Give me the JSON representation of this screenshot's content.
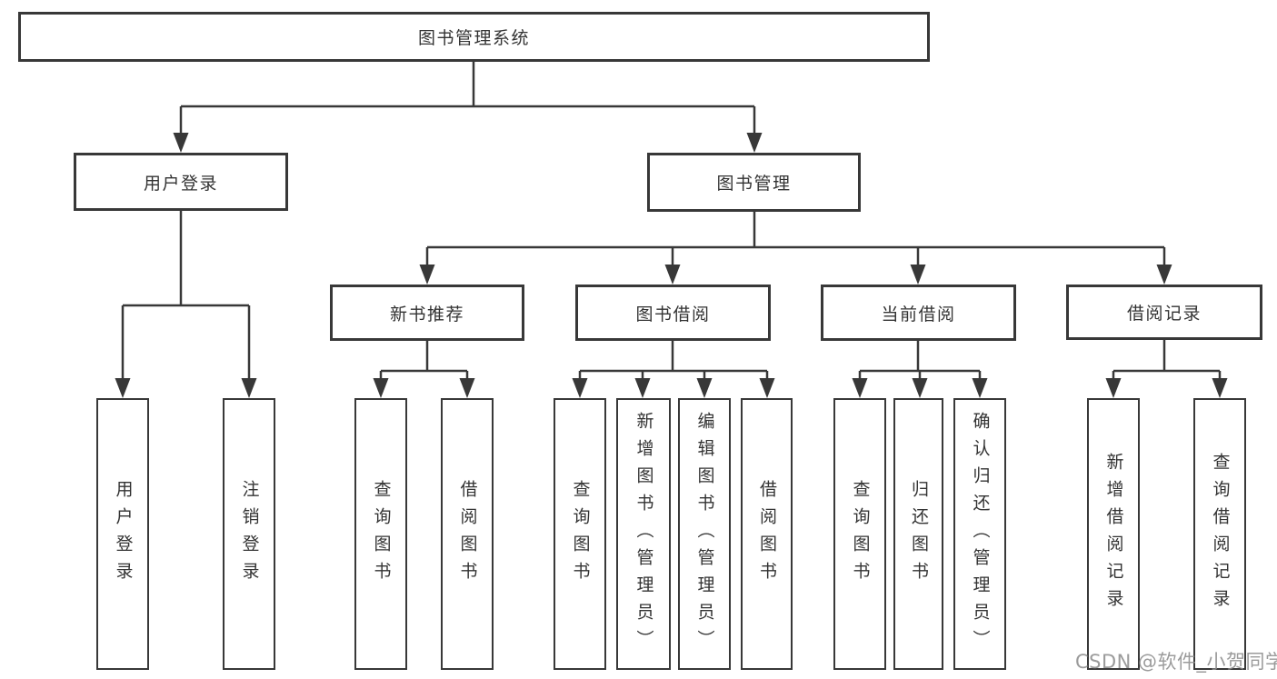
{
  "diagram": {
    "title": "图书管理系统",
    "nodes": [
      {
        "id": "root",
        "label": "图书管理系统",
        "parent": null
      },
      {
        "id": "user-login-group",
        "label": "用户登录",
        "parent": "root"
      },
      {
        "id": "book-management",
        "label": "图书管理",
        "parent": "root"
      },
      {
        "id": "new-book-recommendation",
        "label": "新书推荐",
        "parent": "book-management"
      },
      {
        "id": "book-borrowing",
        "label": "图书借阅",
        "parent": "book-management"
      },
      {
        "id": "current-borrowing",
        "label": "当前借阅",
        "parent": "book-management"
      },
      {
        "id": "borrowing-records",
        "label": "借阅记录",
        "parent": "book-management"
      },
      {
        "id": "user-login",
        "label": "用户登录",
        "parent": "user-login-group"
      },
      {
        "id": "logout",
        "label": "注销登录",
        "parent": "user-login-group"
      },
      {
        "id": "recommend-query-book",
        "label": "查询图书",
        "parent": "new-book-recommendation"
      },
      {
        "id": "recommend-borrow-book",
        "label": "借阅图书",
        "parent": "new-book-recommendation"
      },
      {
        "id": "borrow-query-book",
        "label": "查询图书",
        "parent": "book-borrowing"
      },
      {
        "id": "borrow-add-book",
        "label": "新增图书（管理员）",
        "parent": "book-borrowing"
      },
      {
        "id": "borrow-edit-book",
        "label": "编辑图书（管理员）",
        "parent": "book-borrowing"
      },
      {
        "id": "borrow-borrow-book",
        "label": "借阅图书",
        "parent": "book-borrowing"
      },
      {
        "id": "current-query-book",
        "label": "查询图书",
        "parent": "current-borrowing"
      },
      {
        "id": "current-return-book",
        "label": "归还图书",
        "parent": "current-borrowing"
      },
      {
        "id": "current-confirm-return",
        "label": "确认归还（管理员）",
        "parent": "current-borrowing"
      },
      {
        "id": "records-add-record",
        "label": "新增借阅记录",
        "parent": "borrowing-records"
      },
      {
        "id": "records-query-record",
        "label": "查询借阅记录",
        "parent": "borrowing-records"
      }
    ]
  },
  "watermark": {
    "text": "CSDN @软件_小贺同学"
  },
  "colors": {
    "border": "#383838",
    "line": "#383838",
    "text": "#333333",
    "background": "#ffffff",
    "watermark": "#8d8d8d"
  }
}
